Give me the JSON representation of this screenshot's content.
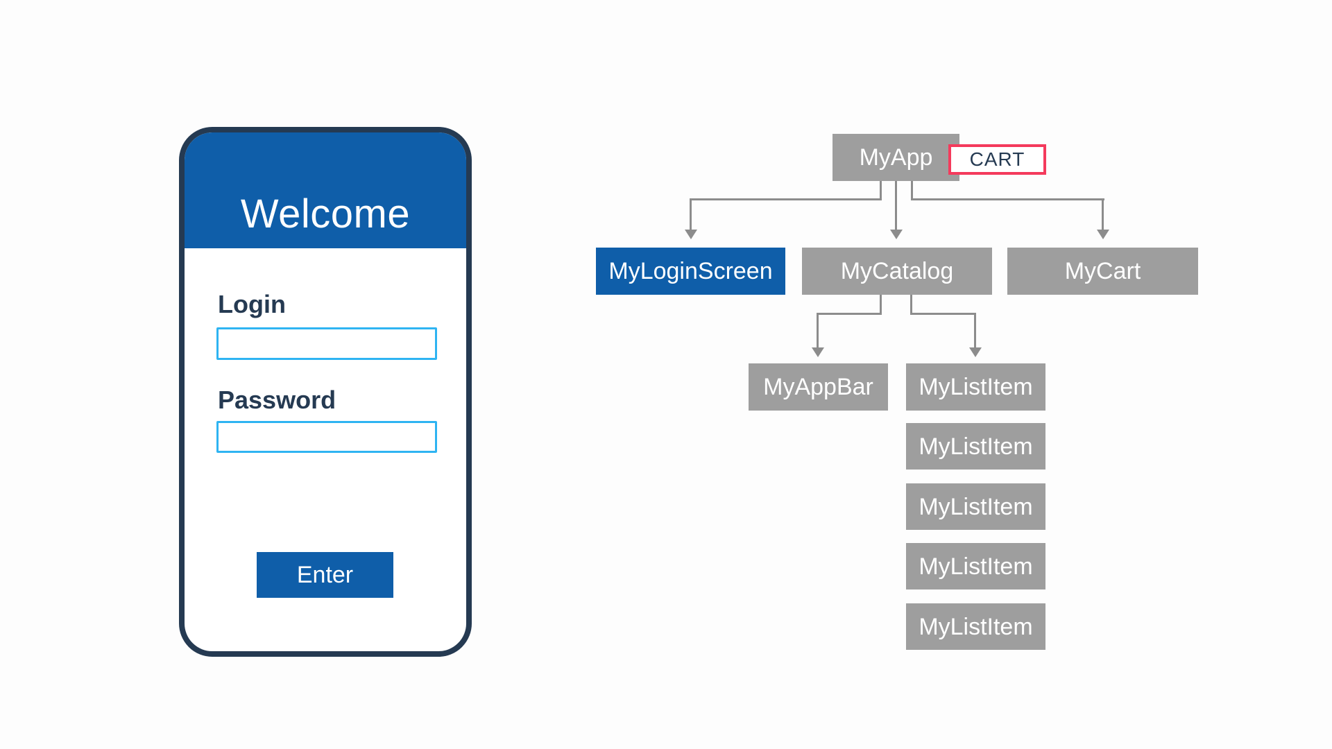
{
  "phone": {
    "header_title": "Welcome",
    "login_label": "Login",
    "login_value": "",
    "password_label": "Password",
    "password_value": "",
    "enter_button_label": "Enter"
  },
  "diagram": {
    "root_label": "MyApp",
    "cart_badge_label": "CART",
    "level2": [
      {
        "label": "MyLoginScreen"
      },
      {
        "label": "MyCatalog"
      },
      {
        "label": "MyCart"
      }
    ],
    "level3": [
      {
        "label": "MyAppBar"
      },
      {
        "label": "MyListItem"
      }
    ],
    "list_stack": [
      "MyListItem",
      "MyListItem",
      "MyListItem",
      "MyListItem"
    ]
  },
  "colors": {
    "primary_blue": "#0F5EA9",
    "box_gray": "#9E9E9E",
    "arrow_gray": "#8C8C8C",
    "navy_dark": "#253A52",
    "input_border_cyan": "#2EB4F2",
    "cart_border_red": "#F43A5C"
  }
}
